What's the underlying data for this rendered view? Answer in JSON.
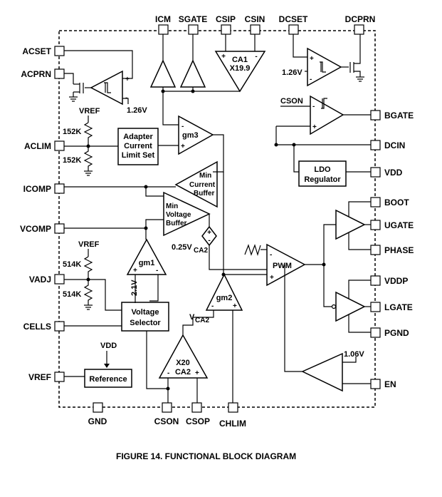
{
  "pins": {
    "icm": "ICM",
    "sgate": "SGATE",
    "csip": "CSIP",
    "csin": "CSIN",
    "dcset": "DCSET",
    "dcprn": "DCPRN",
    "acset": "ACSET",
    "acprn": "ACPRN",
    "aclim": "ACLIM",
    "icomp": "ICOMP",
    "vcomp": "VCOMP",
    "vadj": "VADJ",
    "cells": "CELLS",
    "vref": "VREF",
    "bgate": "BGATE",
    "dcin": "DCIN",
    "vdd": "VDD",
    "boot": "BOOT",
    "ugate": "UGATE",
    "phase": "PHASE",
    "vddp": "VDDP",
    "lgate": "LGATE",
    "pgnd": "PGND",
    "en": "EN",
    "gnd": "GND",
    "cson": "CSON",
    "csop": "CSOP",
    "chlim": "CHLIM"
  },
  "labels": {
    "vref_top": "VREF",
    "r152a": "152K",
    "r152b": "152K",
    "vref_mid": "VREF",
    "r514a": "514K",
    "r514b": "514K",
    "v126_left": "1.26V",
    "v126_right": "1.26V",
    "cson_in": "CSON",
    "ca1_name": "CA1",
    "ca1_gain": "X19.9",
    "gm3": "gm3",
    "gm1": "gm1",
    "gm2": "gm2",
    "pwm": "PWM",
    "ca2_gain": "X20",
    "ca2_name": "CA2",
    "v025": "0.25V",
    "v025_sub": "CA2",
    "vca2": "V",
    "vca2_sub": "CA2",
    "v21": "2.1V",
    "v106": "1.06V",
    "vdd_ref": "VDD",
    "adapter1": "Adapter",
    "adapter2": "Current",
    "adapter3": "Limit Set",
    "ldo1": "LDO",
    "ldo2": "Regulator",
    "vsel1": "Voltage",
    "vsel2": "Selector",
    "reference": "Reference",
    "mincur1": "Min",
    "mincur2": "Current",
    "mincur3": "Buffer",
    "minvolt1": "Min",
    "minvolt2": "Voltage",
    "minvolt3": "Buffer"
  },
  "caption": "FIGURE 14.  FUNCTIONAL BLOCK DIAGRAM"
}
